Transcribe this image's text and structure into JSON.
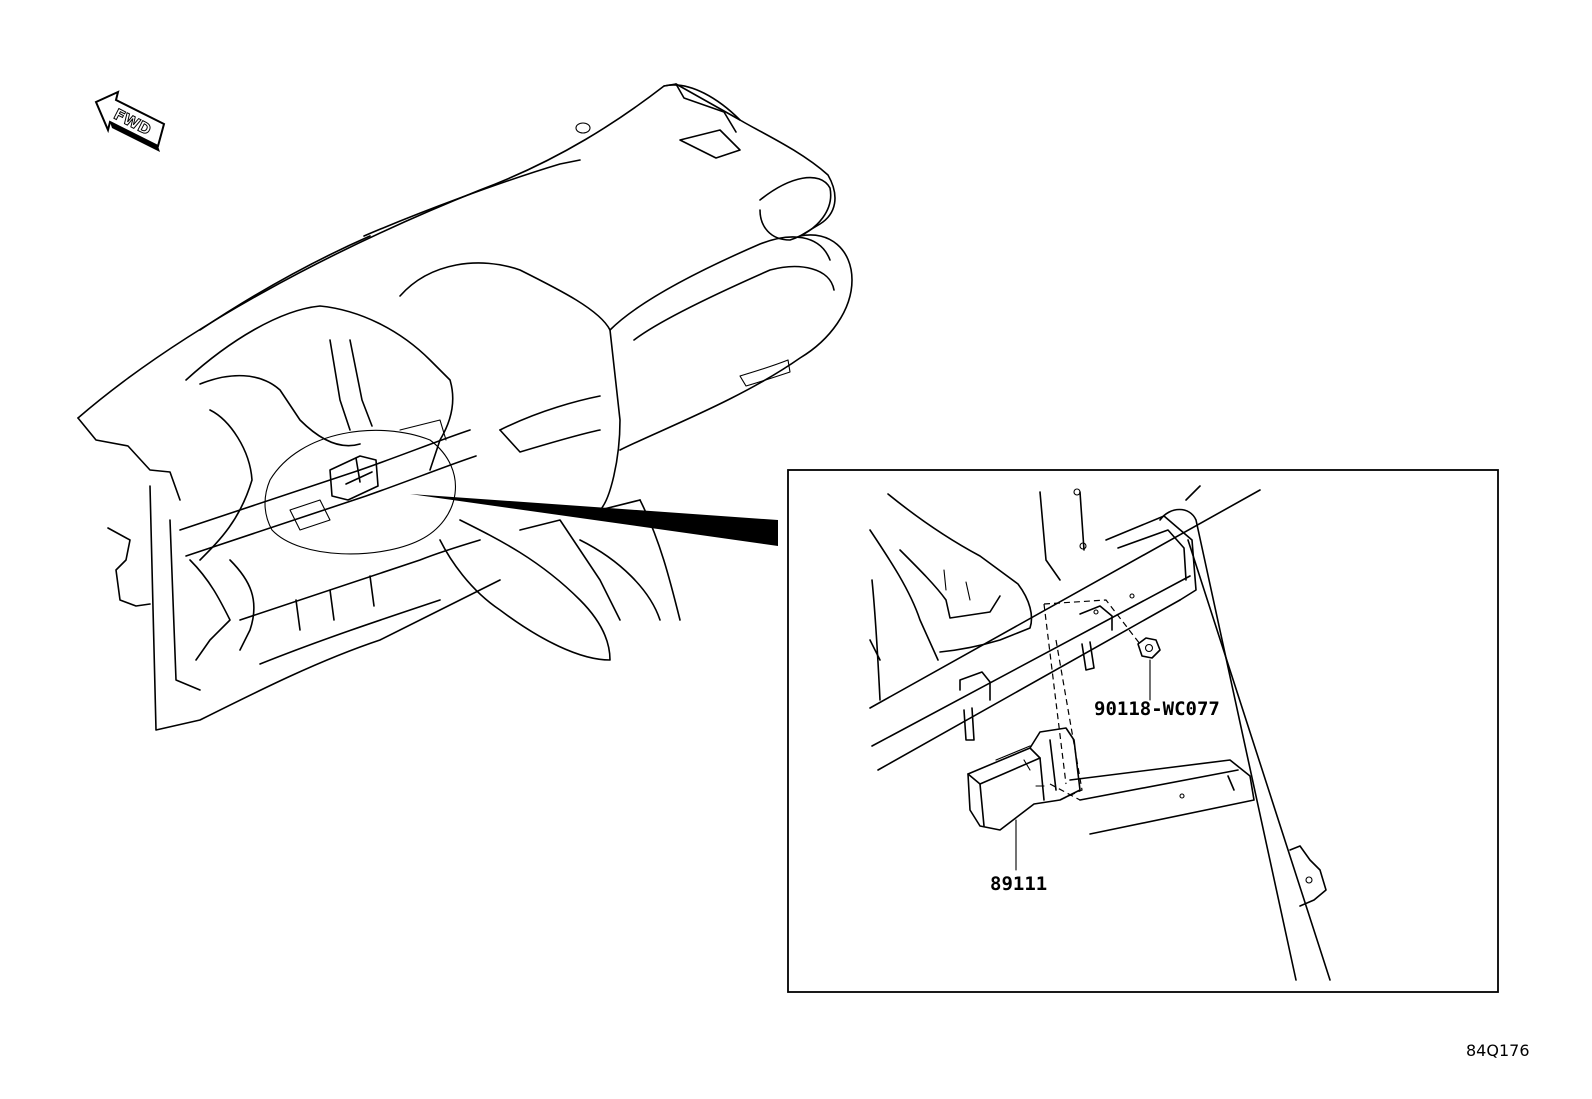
{
  "labels": {
    "fwd": "FWD",
    "nut_part": "90118-WC077",
    "module_part": "89111",
    "ref_code": "84Q176"
  }
}
